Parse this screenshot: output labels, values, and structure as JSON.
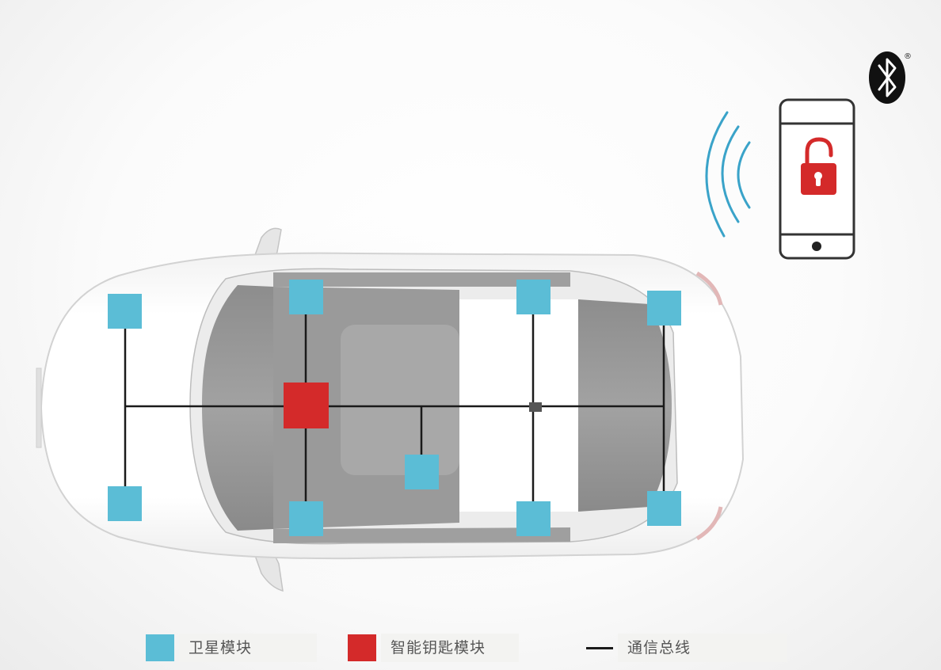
{
  "colors": {
    "satellite": "#5bbdd6",
    "smart_key": "#d42a2a",
    "bus_line": "#1a1a1a",
    "signal": "#3aa3c9",
    "lock": "#d42a2a",
    "bluetooth_bg": "#111111"
  },
  "icons": {
    "bluetooth": "bluetooth-icon",
    "phone": "smartphone-icon",
    "unlock": "unlock-icon",
    "signal": "wireless-signal-icon",
    "car": "car-top-view"
  },
  "bluetooth": {
    "registered": "®"
  },
  "modules": {
    "satellite_count": 9,
    "smart_key_count": 1
  },
  "legend": {
    "satellite_label": "卫星模块",
    "smart_key_label": "智能钥匙模块",
    "bus_label": "通信总线"
  }
}
